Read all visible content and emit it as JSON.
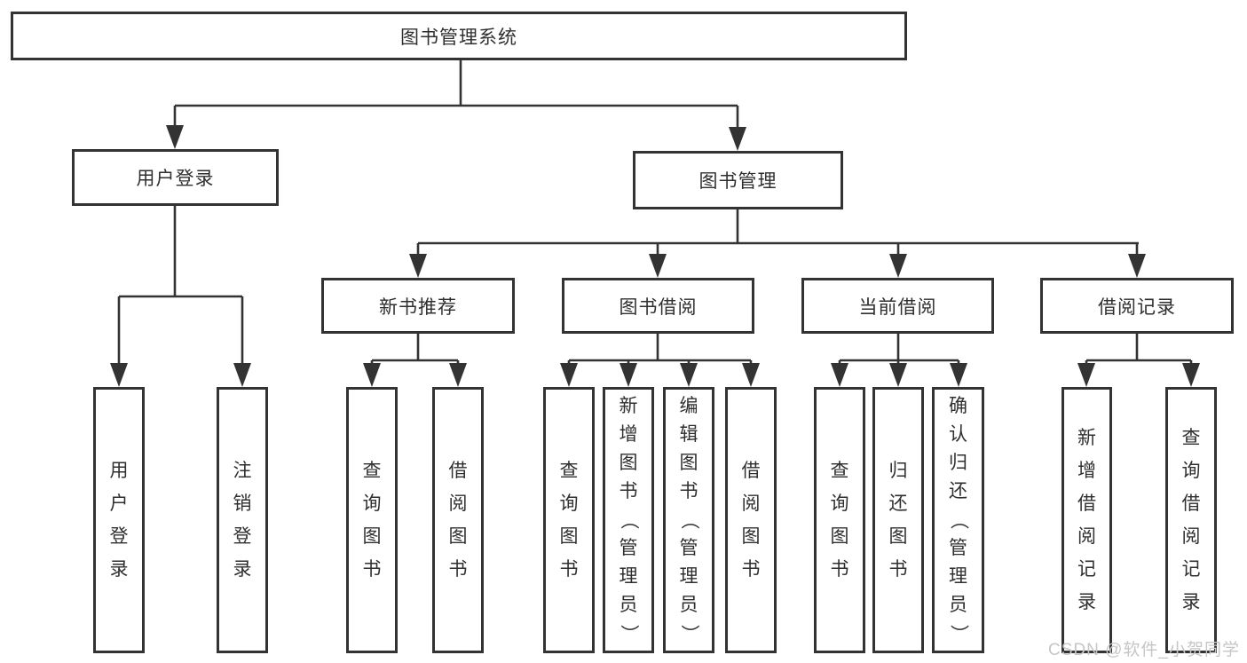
{
  "tree": {
    "root": {
      "label": "图书管理系统"
    },
    "branches": [
      {
        "label": "用户登录",
        "children": [
          {
            "label": "用户登录"
          },
          {
            "label": "注销登录"
          }
        ]
      },
      {
        "label": "图书管理",
        "children": [
          {
            "label": "新书推荐",
            "children": [
              {
                "label": "查询图书"
              },
              {
                "label": "借阅图书"
              }
            ]
          },
          {
            "label": "图书借阅",
            "children": [
              {
                "label": "查询图书"
              },
              {
                "label": "新增图书（管理员）"
              },
              {
                "label": "编辑图书（管理员）"
              },
              {
                "label": "借阅图书"
              }
            ]
          },
          {
            "label": "当前借阅",
            "children": [
              {
                "label": "查询图书"
              },
              {
                "label": "归还图书"
              },
              {
                "label": "确认归还（管理员）"
              }
            ]
          },
          {
            "label": "借阅记录",
            "children": [
              {
                "label": "新增借阅记录"
              },
              {
                "label": "查询借阅记录"
              }
            ]
          }
        ]
      }
    ]
  },
  "watermark": {
    "text": "CSDN @软件_小贺同学",
    "color": "#c6c6c6"
  },
  "colors": {
    "line": "#333333",
    "text": "#2f2f2f",
    "background": "#ffffff"
  }
}
